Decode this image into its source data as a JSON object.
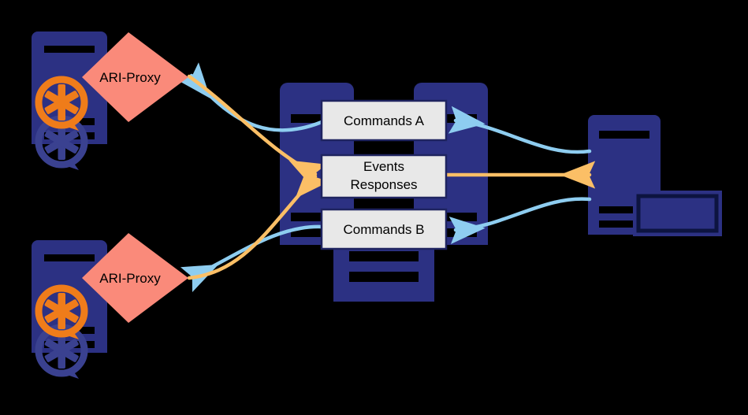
{
  "diagram": {
    "title": "ARI-Proxy architecture diagram",
    "background_color": "#000000",
    "palette": {
      "navy": "#2c3183",
      "navy_dark": "#23276b",
      "salmon": "#fa8a7a",
      "box_fill": "#e8e8e8",
      "box_border": "#1f2460",
      "orange": "#fbbf66",
      "orange_logo": "#ef7c1a",
      "light_blue": "#8ecdf0",
      "bar_black": "#000000",
      "ghost_blue": "#3a4190"
    },
    "nodes": [
      {
        "id": "asterisk-server-top",
        "type": "server-tower",
        "icon": "asterisk-logo-icon",
        "label": ""
      },
      {
        "id": "ari-proxy-top",
        "type": "diamond",
        "label": "ARI-Proxy"
      },
      {
        "id": "asterisk-server-bottom",
        "type": "server-tower",
        "icon": "asterisk-logo-icon",
        "label": ""
      },
      {
        "id": "ari-proxy-bottom",
        "type": "diamond",
        "label": "ARI-Proxy"
      },
      {
        "id": "message-bus-cluster",
        "type": "server-cluster",
        "label": ""
      },
      {
        "id": "commands-a-box",
        "type": "box",
        "label": "Commands A"
      },
      {
        "id": "events-responses-box",
        "type": "box",
        "label_line1": "Events",
        "label_line2": "Responses"
      },
      {
        "id": "commands-b-box",
        "type": "box",
        "label": "Commands B"
      },
      {
        "id": "application-computer",
        "type": "desktop-computer",
        "label": ""
      }
    ],
    "edges": [
      {
        "id": "edge-commands-a-to-proxy-top",
        "from": "commands-a-box",
        "to": "ari-proxy-top",
        "color": "#8ecdf0"
      },
      {
        "id": "edge-proxy-top-to-events",
        "from": "ari-proxy-top",
        "to": "events-responses-box",
        "color": "#fbbf66"
      },
      {
        "id": "edge-commands-b-to-proxy-bottom",
        "from": "commands-b-box",
        "to": "ari-proxy-bottom",
        "color": "#8ecdf0"
      },
      {
        "id": "edge-proxy-bottom-to-events",
        "from": "ari-proxy-bottom",
        "to": "events-responses-box",
        "color": "#fbbf66"
      },
      {
        "id": "edge-computer-to-commands-a",
        "from": "application-computer",
        "to": "commands-a-box",
        "color": "#8ecdf0"
      },
      {
        "id": "edge-computer-to-commands-b",
        "from": "application-computer",
        "to": "commands-b-box",
        "color": "#8ecdf0"
      },
      {
        "id": "edge-events-to-computer",
        "from": "events-responses-box",
        "to": "application-computer",
        "color": "#fbbf66"
      }
    ]
  }
}
